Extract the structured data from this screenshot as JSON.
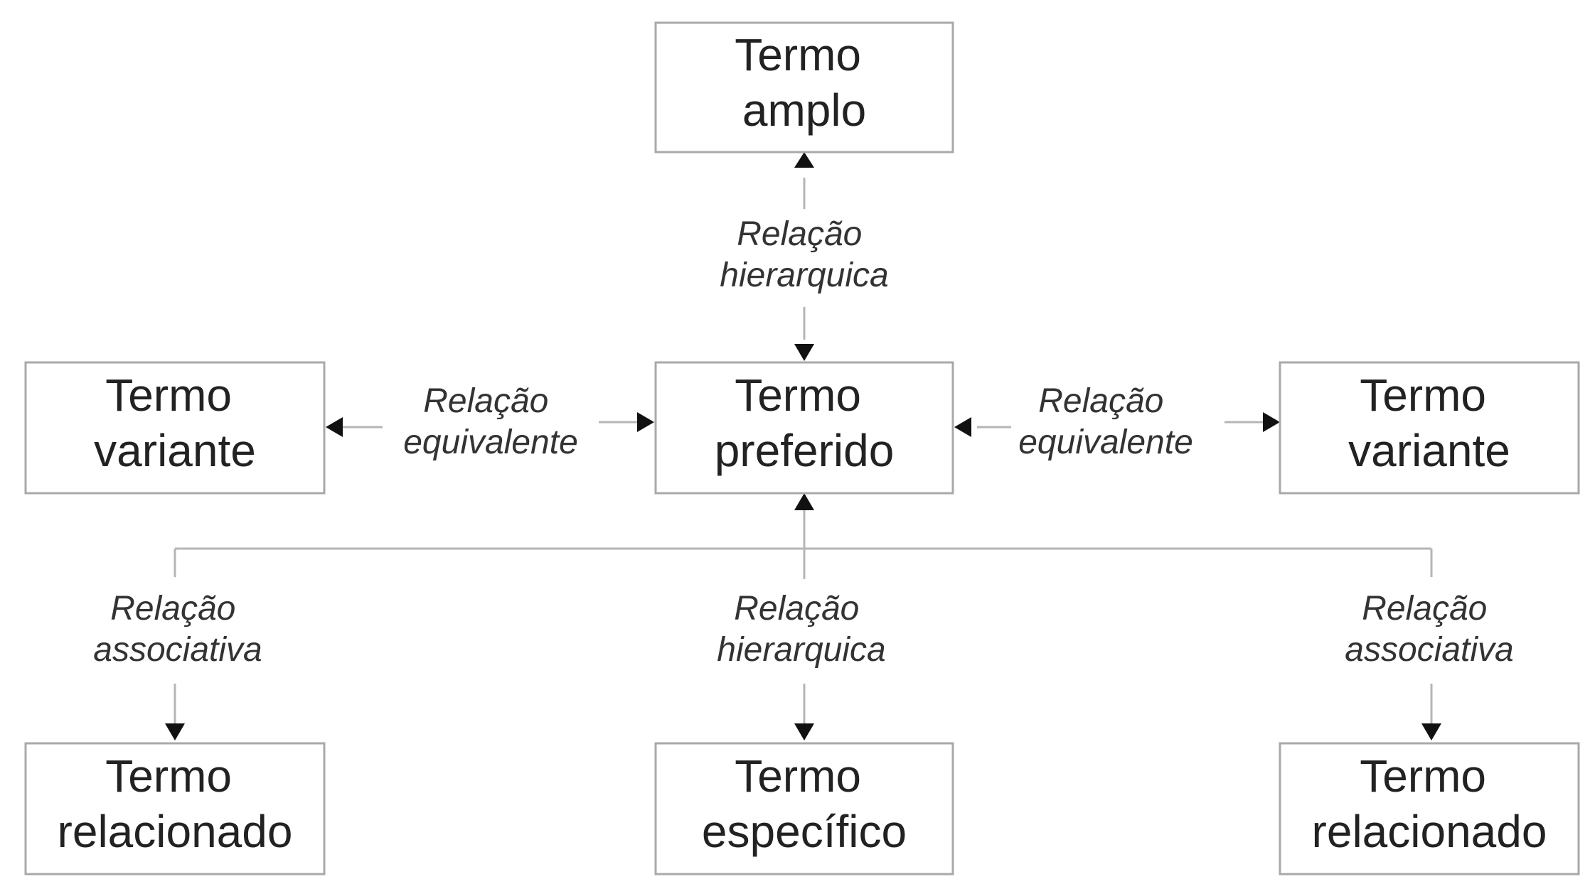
{
  "nodes": {
    "broad": {
      "line1": "Termo",
      "line2": "amplo"
    },
    "preferred": {
      "line1": "Termo",
      "line2": "preferido"
    },
    "variant_left": {
      "line1": "Termo",
      "line2": "variante"
    },
    "variant_right": {
      "line1": "Termo",
      "line2": "variante"
    },
    "related_left": {
      "line1": "Termo",
      "line2": "relacionado"
    },
    "specific": {
      "line1": "Termo",
      "line2": "específico"
    },
    "related_right": {
      "line1": "Termo",
      "line2": "relacionado"
    }
  },
  "relations": {
    "hier_top": {
      "line1": "Relação",
      "line2": "hierarquica"
    },
    "equiv_left": {
      "line1": "Relação",
      "line2": "equivalente"
    },
    "equiv_right": {
      "line1": "Relação",
      "line2": "equivalente"
    },
    "assoc_left": {
      "line1": "Relação",
      "line2": "associativa"
    },
    "hier_bottom": {
      "line1": "Relação",
      "line2": "hierarquica"
    },
    "assoc_right": {
      "line1": "Relação",
      "line2": "associativa"
    }
  },
  "colors": {
    "box_border": "#a9a9a9",
    "connector": "#b5b5b5",
    "arrowhead": "#111111",
    "text": "#222222"
  }
}
